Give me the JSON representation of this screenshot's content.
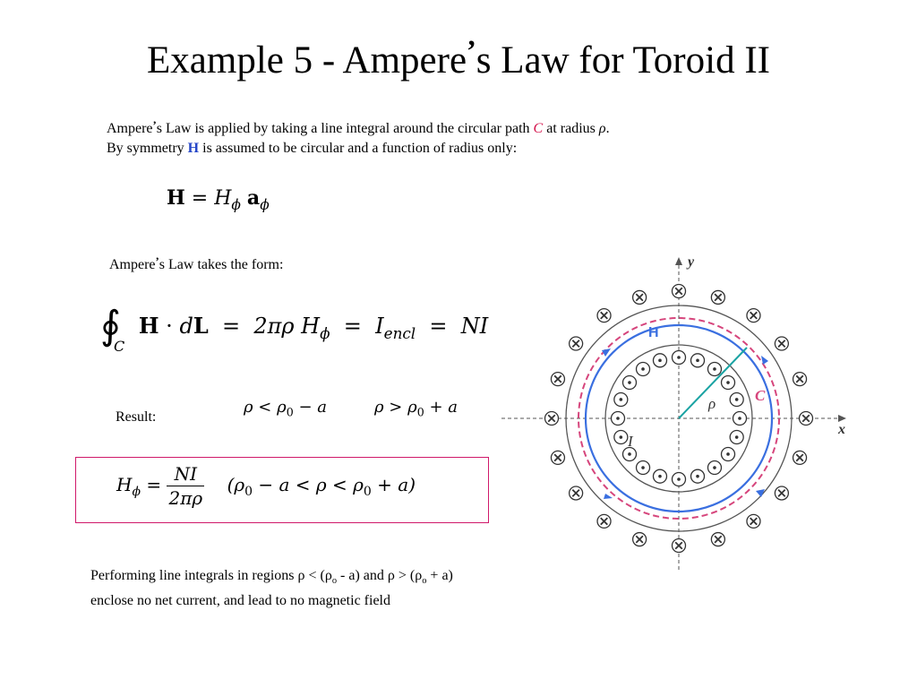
{
  "slide": {
    "title_part1": "Example 5 - Ampere",
    "title_apos": "’",
    "title_part2": "s Law for Toroid II",
    "intro": {
      "line1_a": "Ampere",
      "apos": "’",
      "line1_b": "s Law is applied by taking a line integral around the circular path ",
      "path_symbol": "C",
      "line1_c": " at radius ",
      "rho": "ρ",
      "line1_d": ".",
      "line2_a": "By symmetry ",
      "h_symbol": "H",
      "line2_b": " is assumed to be circular and a function of radius only:"
    },
    "eq_h": {
      "H": "H",
      "eq": "=",
      "H_phi": "H",
      "phi": "ϕ",
      "a": "a",
      "phi2": "ϕ"
    },
    "form_label_a": "Ampere",
    "form_label_apos": "’",
    "form_label_b": "s Law takes the form:",
    "eq_integral": {
      "integral": "∮",
      "sub_C": "C",
      "H": "H",
      "dot": "·",
      "d": "d",
      "L": "L",
      "eq1": "=",
      "two_pi_rho": "2πρ",
      "H_phi": "H",
      "phi": "ϕ",
      "eq2": "=",
      "I": "I",
      "encl": "encl",
      "eq3": "=",
      "NI": "NI"
    },
    "result_label": "Result:",
    "cond1": "ρ < ρ",
    "cond1_sub": "0",
    "cond1_tail": " − a",
    "cond2": "ρ > ρ",
    "cond2_sub": "0",
    "cond2_tail": " + a",
    "result_eq": {
      "H_phi": "H",
      "phi": "ϕ",
      "eq": "=",
      "num": "NI",
      "den": "2πρ",
      "range": "(ρ",
      "range_sub": "0",
      "range_mid": " − a < ρ < ρ",
      "range_sub2": "0",
      "range_end": " + a)"
    },
    "bottom_line1_a": "Performing line integrals in regions ρ < (ρ",
    "bottom_sub1": "o",
    "bottom_line1_b": " - a) and ρ > (ρ",
    "bottom_sub2": "o",
    "bottom_line1_c": " + a)",
    "bottom_line2": "enclose no net current, and lead to no magnetic field"
  },
  "diagram": {
    "label_y": "y",
    "label_x": "x",
    "label_H": "H",
    "label_C": "C",
    "label_rho": "ρ",
    "label_I": "I",
    "outer_marker": "×",
    "inner_marker": "•",
    "colors": {
      "path_blue": "#3a6fe0",
      "dashed_red": "#d6457c",
      "radius_teal": "#1aa3a3",
      "toroid_gray": "#555555"
    }
  }
}
